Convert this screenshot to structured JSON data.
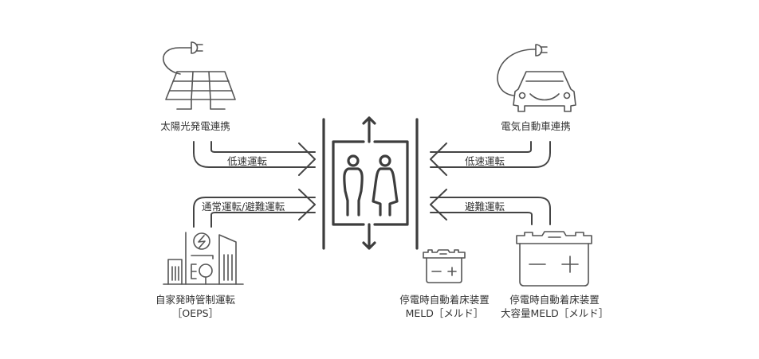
{
  "colors": {
    "line": "#444444",
    "text": "#333333",
    "background": "#ffffff"
  },
  "center": {
    "icon": "elevator-icon"
  },
  "nodes": {
    "solar": {
      "label": "太陽光発電連携",
      "icon": "solar-panel-icon"
    },
    "ev": {
      "label": "電気自動車連携",
      "icon": "electric-car-icon"
    },
    "oeps": {
      "label_line1": "自家発時管制運転",
      "label_line2": "［OEPS］",
      "icon": "power-plant-icon"
    },
    "meld": {
      "label_line1": "停電時自動着床装置",
      "label_line2": "MELD［メルド］",
      "icon": "battery-icon"
    },
    "meld_large": {
      "label_line1": "停電時自動着床装置",
      "label_line2": "大容量MELD［メルド］",
      "icon": "large-battery-icon"
    }
  },
  "arrows": {
    "solar": {
      "label": "低速運転",
      "direction": "right"
    },
    "oeps": {
      "label": "通常運転/避難運転",
      "direction": "right"
    },
    "ev": {
      "label": "低速運転",
      "direction": "left"
    },
    "meld_large": {
      "label": "避難運転",
      "direction": "left"
    }
  }
}
